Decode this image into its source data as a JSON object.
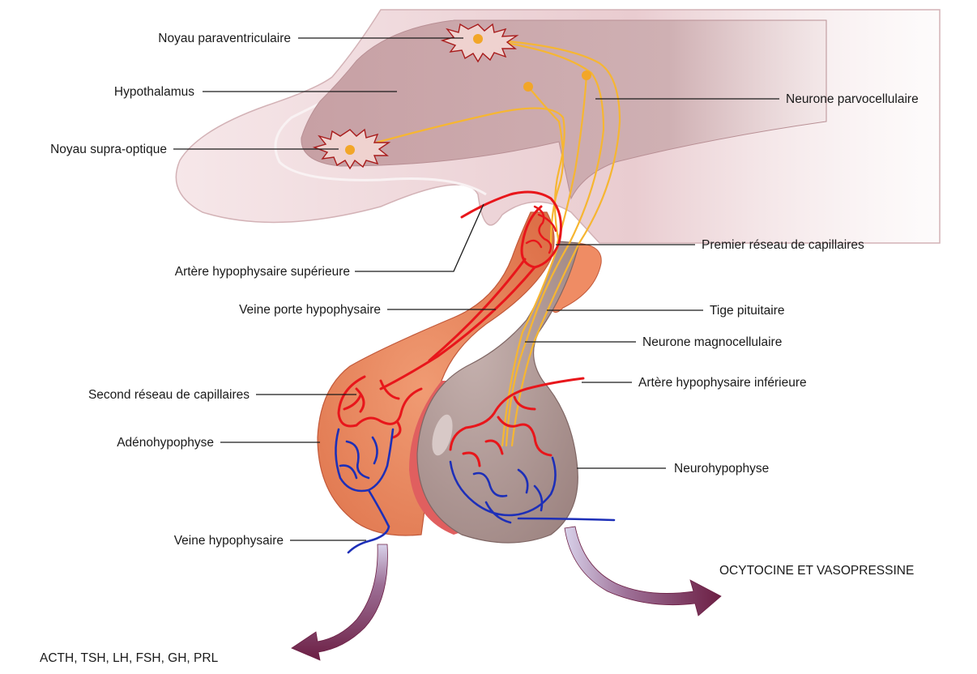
{
  "labels": {
    "noyau_paraventriculaire": "Noyau paraventriculaire",
    "hypothalamus": "Hypothalamus",
    "noyau_supra_optique": "Noyau supra-optique",
    "neurone_parvocellulaire": "Neurone parvocellulaire",
    "artere_sup": "Artère hypophysaire supérieure",
    "premier_reseau": "Premier réseau de capillaires",
    "veine_porte": "Veine porte hypophysaire",
    "tige_pituitaire": "Tige pituitaire",
    "neurone_magno": "Neurone magnocellulaire",
    "second_reseau": "Second réseau de capillaires",
    "artere_inf": "Artère hypophysaire inférieure",
    "adenohypophyse": "Adénohypophyse",
    "neurohypophyse": "Neurohypophyse",
    "veine_hypophysaire": "Veine hypophysaire",
    "output_posterior": "OCYTOCINE ET VASOPRESSINE",
    "output_anterior": "ACTH, TSH, LH, FSH, GH, PRL"
  },
  "colors": {
    "artery": "#e8161b",
    "vein": "#1d2fb8",
    "neuron": "#f6b632",
    "hypothalamus_outer": "#f1dde0",
    "hypothalamus_inner": "#c9a7aa",
    "adenohypophysis": "#e98a5f",
    "neurohypophysis": "#aa928f",
    "arrow": "#7a2a4e"
  }
}
